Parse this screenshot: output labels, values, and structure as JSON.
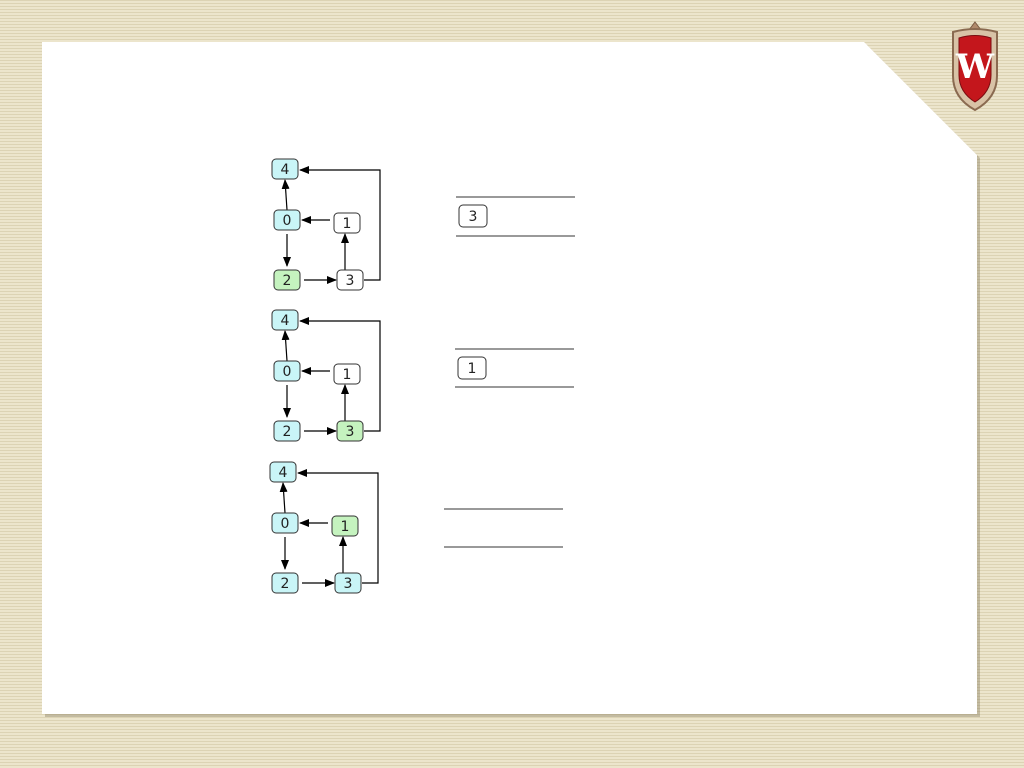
{
  "colors": {
    "visited": "#c9f5f7",
    "current": "#c5f3bf",
    "unvisited": "#ffffff"
  },
  "crest": {
    "letter": "W",
    "icon": "university-crest-icon"
  },
  "panels": [
    {
      "nodes": [
        {
          "id": "4",
          "label": "4",
          "state": "visited"
        },
        {
          "id": "0",
          "label": "0",
          "state": "visited"
        },
        {
          "id": "1",
          "label": "1",
          "state": "unvisited"
        },
        {
          "id": "2",
          "label": "2",
          "state": "current"
        },
        {
          "id": "3",
          "label": "3",
          "state": "unvisited"
        }
      ],
      "queue": [
        "3"
      ]
    },
    {
      "nodes": [
        {
          "id": "4",
          "label": "4",
          "state": "visited"
        },
        {
          "id": "0",
          "label": "0",
          "state": "visited"
        },
        {
          "id": "1",
          "label": "1",
          "state": "unvisited"
        },
        {
          "id": "2",
          "label": "2",
          "state": "visited"
        },
        {
          "id": "3",
          "label": "3",
          "state": "current"
        }
      ],
      "queue": [
        "1"
      ]
    },
    {
      "nodes": [
        {
          "id": "4",
          "label": "4",
          "state": "visited"
        },
        {
          "id": "0",
          "label": "0",
          "state": "visited"
        },
        {
          "id": "1",
          "label": "1",
          "state": "current"
        },
        {
          "id": "2",
          "label": "2",
          "state": "visited"
        },
        {
          "id": "3",
          "label": "3",
          "state": "visited"
        }
      ],
      "queue": []
    }
  ]
}
